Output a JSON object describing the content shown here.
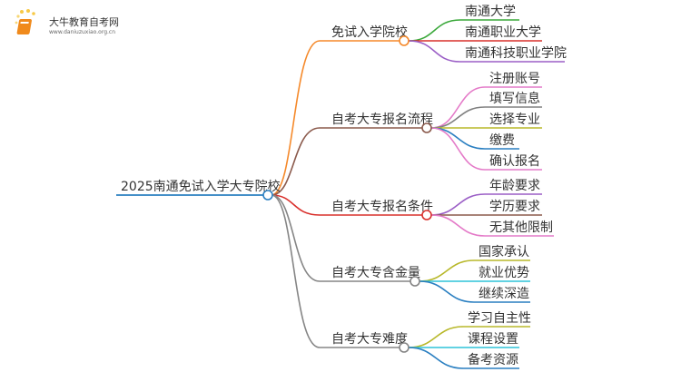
{
  "logo": {
    "title": "大牛教育自考网",
    "url": "www.daniuzuxiao.org.cn"
  },
  "root": {
    "label": "2025南通免试入学大专院校",
    "color": "#2a7fc1"
  },
  "branches": [
    {
      "label": "免试入学院校",
      "color": "#f5892a",
      "children": [
        {
          "label": "南通大学",
          "color": "#3aa83a"
        },
        {
          "label": "南通职业大学",
          "color": "#d9302c"
        },
        {
          "label": "南通科技职业学院",
          "color": "#9b5fc6"
        }
      ]
    },
    {
      "label": "自考大专报名流程",
      "color": "#8b5a4c",
      "children": [
        {
          "label": "注册账号",
          "color": "#e47ac8"
        },
        {
          "label": "填写信息",
          "color": "#808080"
        },
        {
          "label": "选择专业",
          "color": "#b8b82a"
        },
        {
          "label": "缴费",
          "color": "#2a7fc1"
        },
        {
          "label": "确认报名",
          "color": "#e47ac8"
        }
      ]
    },
    {
      "label": "自考大专报名条件",
      "color": "#d9302c",
      "children": [
        {
          "label": "年龄要求",
          "color": "#9b5fc6"
        },
        {
          "label": "学历要求",
          "color": "#8b5a4c"
        },
        {
          "label": "无其他限制",
          "color": "#e47ac8"
        }
      ]
    },
    {
      "label": "自考大专含金量",
      "color": "#858585",
      "children": [
        {
          "label": "国家承认",
          "color": "#b8b82a"
        },
        {
          "label": "就业优势",
          "color": "#2ec4d9"
        },
        {
          "label": "继续深造",
          "color": "#2a7fc1"
        }
      ]
    },
    {
      "label": "自考大专难度",
      "color": "#858585",
      "children": [
        {
          "label": "学习自主性",
          "color": "#b8b82a"
        },
        {
          "label": "课程设置",
          "color": "#2ec4d9"
        },
        {
          "label": "备考资源",
          "color": "#2a7fc1"
        }
      ]
    }
  ]
}
